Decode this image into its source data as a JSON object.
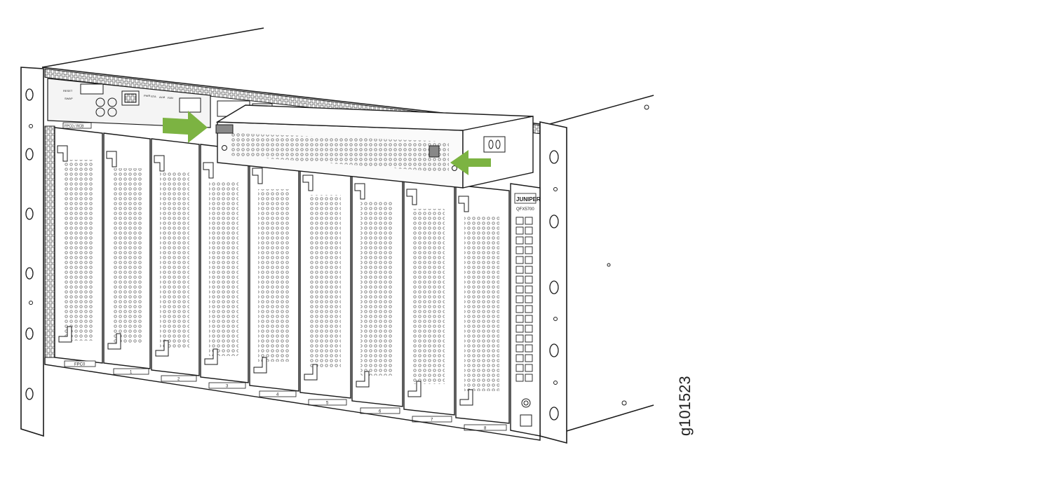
{
  "figure": {
    "id": "g101523",
    "chassis_model": "QFX5700",
    "brand": "JUNIPER",
    "control_board_label": "FPC0 / RCB",
    "slot_labels": [
      "FPC0",
      "1",
      "2",
      "3",
      "4",
      "5",
      "6",
      "7",
      "8"
    ],
    "port_labels": [
      "RESET",
      "SWAP",
      "PWR",
      "STA",
      "ALM",
      "FAN"
    ],
    "arrow_color": "#7cb342",
    "line_color": "#1a1a1a"
  }
}
